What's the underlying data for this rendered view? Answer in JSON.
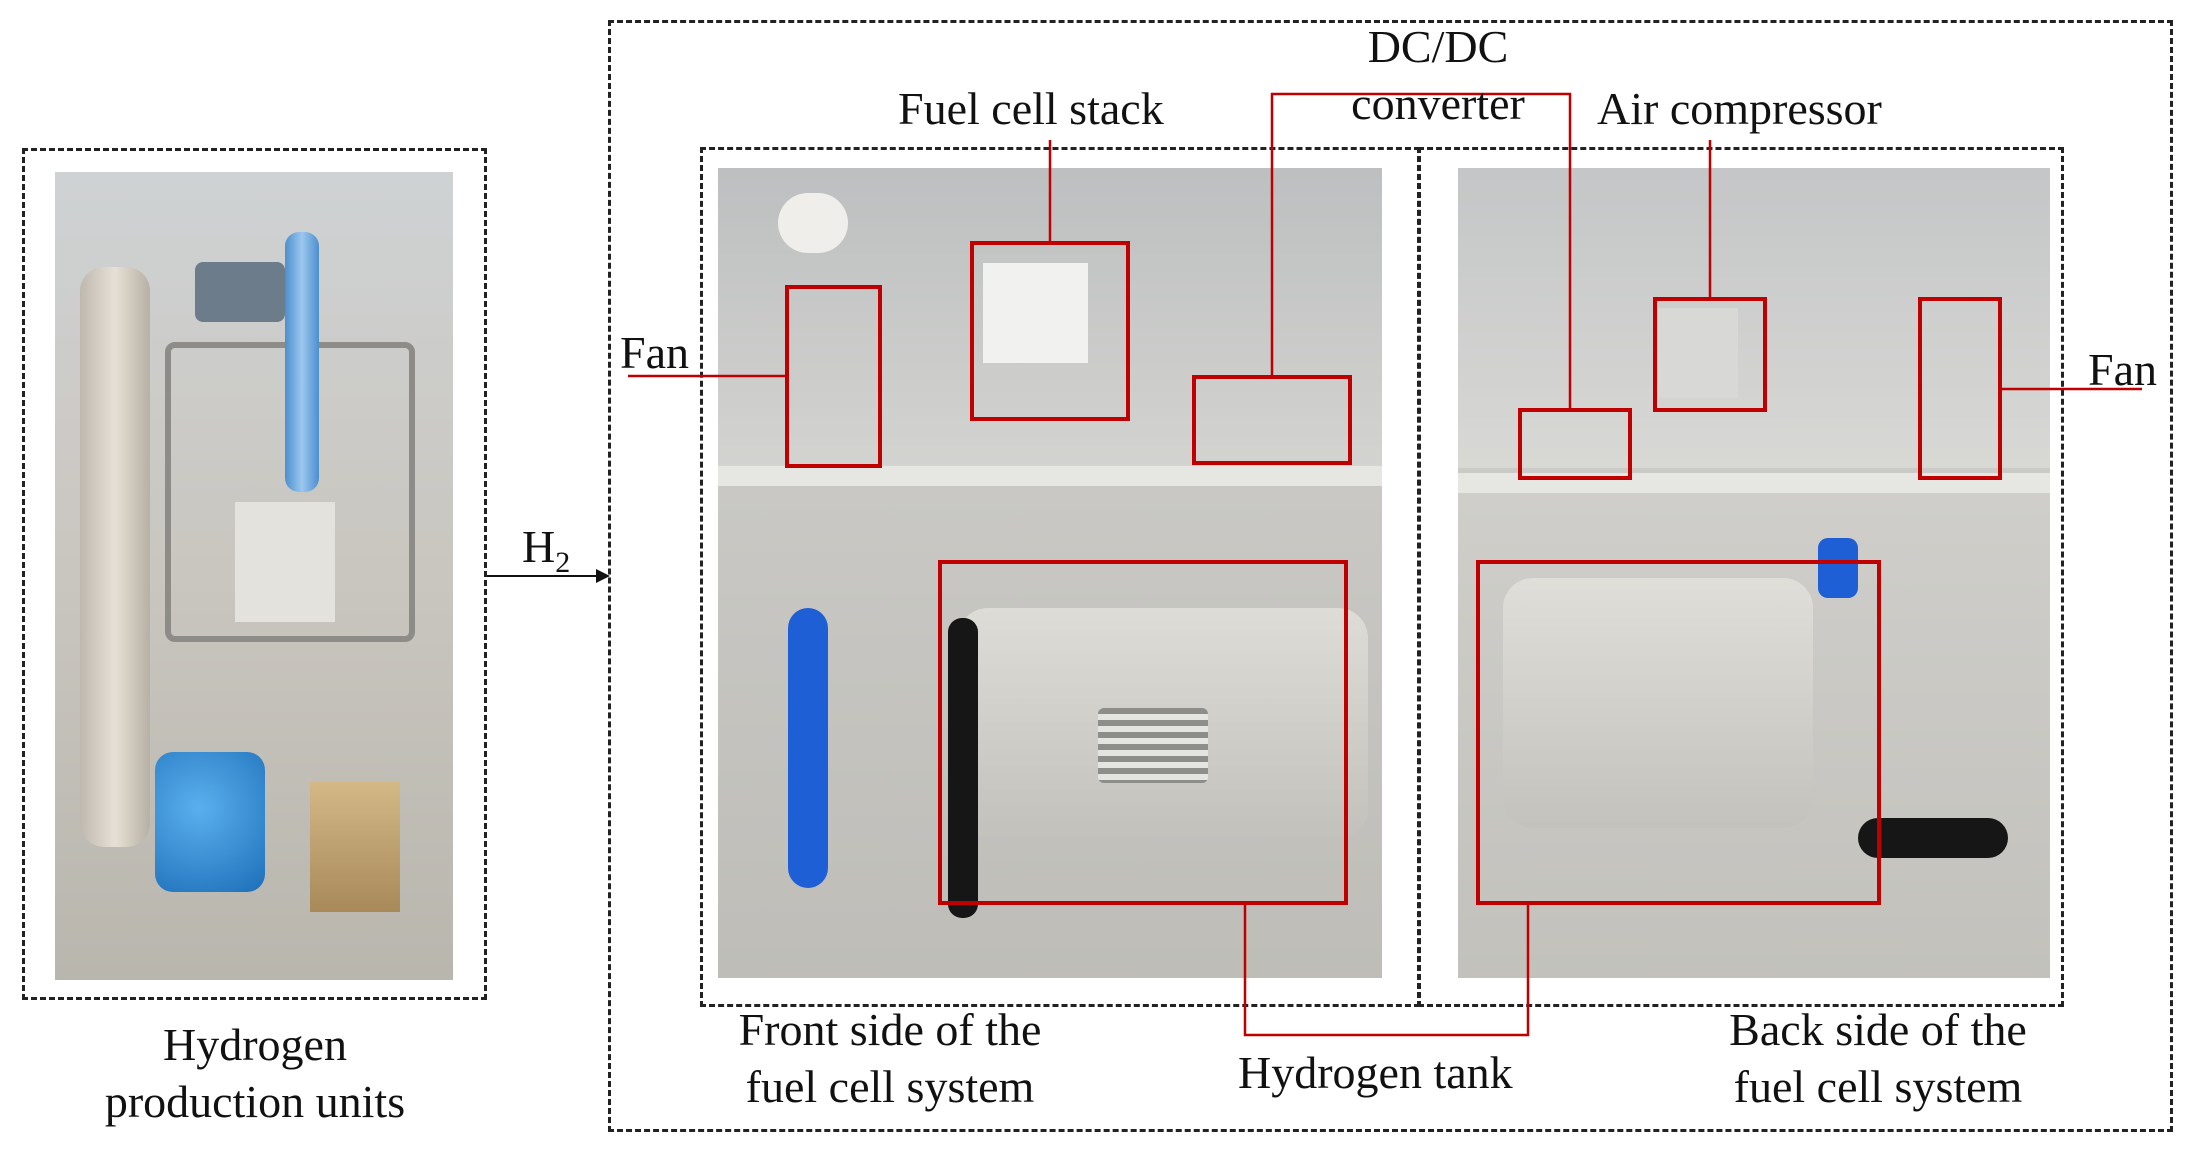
{
  "labels": {
    "hydrogen_production": [
      "Hydrogen",
      "production units"
    ],
    "h2": "H",
    "h2_sub": "2",
    "dcdc": [
      "DC/DC",
      "converter"
    ],
    "fuel_cell_stack": "Fuel cell stack",
    "air_compressor": "Air compressor",
    "fan_left": "Fan",
    "fan_right": "Fan",
    "front_side": [
      "Front side of the",
      "fuel cell system"
    ],
    "back_side": [
      "Back side of the",
      "fuel cell system"
    ],
    "hydrogen_tank": "Hydrogen tank"
  },
  "colors": {
    "highlight": "#c00000",
    "frame": "#222222",
    "panel": "#cfcfcc",
    "hose_blue": "#1f5fd6"
  }
}
